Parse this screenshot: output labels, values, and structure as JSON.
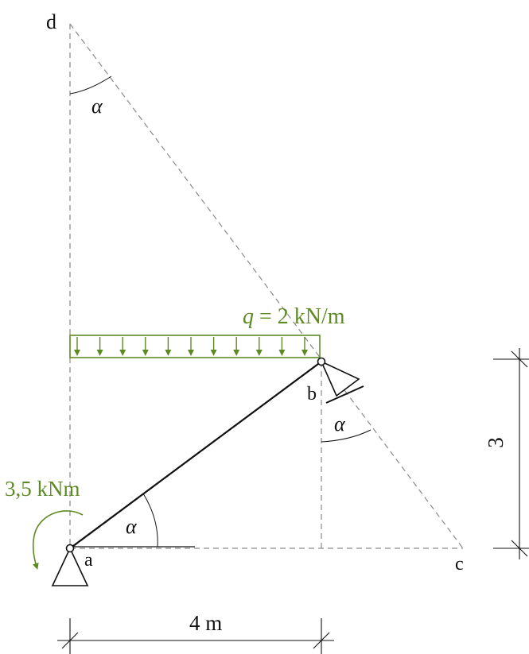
{
  "labels": {
    "point_d": "d",
    "point_a": "a",
    "point_b": "b",
    "point_c": "c",
    "angle_top": "α",
    "angle_bottom": "α",
    "angle_support_b": "α",
    "load_symbol": "q",
    "load_value": " = 2 kN/m",
    "moment": "3,5 kNm",
    "dim_horizontal": "4 m",
    "dim_vertical": "3"
  },
  "colors": {
    "load": "#5e8a24",
    "structure": "#111111",
    "construction": "#8a8a8a"
  },
  "load": {
    "arrow_count": 11
  }
}
